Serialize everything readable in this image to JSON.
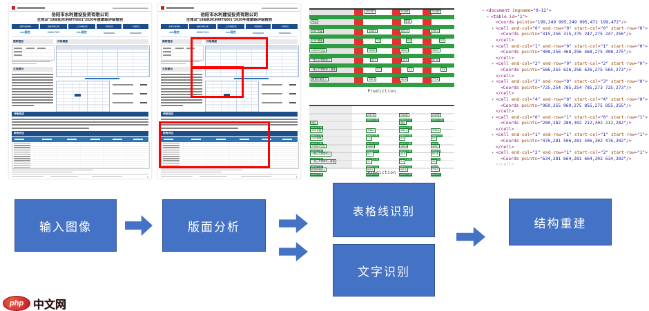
{
  "watermark": {
    "logo_text": "php",
    "site_text": "中文网"
  },
  "flow": {
    "input_label": "输入图像",
    "layout_label": "版面分析",
    "tablelines_label": "表格线识别",
    "ocr_label": "文字识别",
    "rebuild_label": "结构重建"
  },
  "colors": {
    "flow_blue": "#4472C4",
    "flow_border": "#2F528F",
    "layout_box_red": "#ff0000",
    "table_green": "#2f9e43",
    "cell_red": "#e23333",
    "doc_header_blue": "#1d4e89",
    "doc_table_blue": "#2e75b6",
    "xml_tag": "#881280",
    "xml_attr": "#994500",
    "xml_value": "#1a1aa6"
  },
  "document": {
    "company": "岳阳市水利建设投资有限公司",
    "report_title": "主体及\"19岳阳水利MTN001\"2020年度跟踪评级报告",
    "info_headers": [
      "主体信用等级",
      "跟踪评级日期",
      "上次评级结果",
      "评级展望",
      "小组成员"
    ],
    "info_values": [
      "AA/稳定",
      "2020/7/21",
      "AA/稳定",
      "",
      ""
    ],
    "sections": {
      "tracking": "跟踪信息",
      "overview": "评级概要",
      "profile": "主体概况",
      "opinion": "评级观点",
      "financial": "财务对比"
    },
    "page_number": "1"
  },
  "predictions": {
    "caption": "Prediction",
    "table_rows": [
      {
        "label": "",
        "values": [
          "2017年",
          "2018年",
          "2019年"
        ]
      },
      {
        "label": "地区",
        "values": [
          "",
          "县区",
          ""
        ]
      },
      {
        "label": "GDP总量",
        "values": [
          "3258.0",
          "3411.0",
          "3780.4"
        ]
      },
      {
        "label": "GDP增速",
        "values": [
          "7.0",
          "8.5",
          "8.0"
        ]
      },
      {
        "label": "人均GDP(元)",
        "values": [
          "56862",
          "38544",
          "35307"
        ]
      },
      {
        "label": "一般公共预算收入",
        "values": [
          "52.1",
          "43.8",
          "50.18"
        ]
      },
      {
        "label": "一般公共预算收入增速",
        "values": [
          "3.1",
          "5.4",
          "3.8"
        ]
      },
      {
        "label": "财政补助收入",
        "values": [
          "959.4",
          "952.8",
          "779.6"
        ]
      }
    ],
    "ocr_rows": [
      [
        null,
        [
          "2017年",
          "wenzi 0.88"
        ],
        [
          "2018年",
          "wenzi 0.87"
        ],
        [
          "2019年",
          "wenzi 0.88"
        ]
      ],
      [
        [
          "地区",
          "wenzi 0.86"
        ],
        null,
        [
          "县区",
          "wenzi 0.87"
        ],
        null
      ],
      [
        [
          "GDP总量",
          "wenzi 0.89"
        ],
        [
          "3258.0",
          "wenzi 0.90"
        ],
        [
          "3411.0",
          "wenzi 0.89"
        ],
        [
          "3780.4",
          "wenzi 0.9"
        ]
      ],
      [
        [
          "GDP增速",
          "wenzi 0.88"
        ],
        [
          "7.0",
          "wenzi 0.87"
        ],
        [
          "8.5",
          "wenzi 0.88"
        ],
        [
          "8.0",
          "wenzi"
        ]
      ],
      [
        [
          "人均GDP(元)",
          "wenzi 0.89"
        ],
        [
          "56862",
          "wenzi 0.87"
        ],
        [
          "38544",
          "wenzi 0.88"
        ],
        [
          "35307",
          "wenzi 0"
        ]
      ],
      [
        [
          "一般公共预算收入",
          "wenzi 0.85"
        ],
        [
          "52.1",
          "wenzi 0.90"
        ],
        [
          "43.8",
          "wenzi 0.90"
        ],
        [
          "50.18",
          "wenzi 0"
        ]
      ],
      [
        [
          "一般公共预算收入增速",
          "wenzi 0.40"
        ],
        [
          "3.1",
          "wenzi 0.82"
        ],
        [
          "5.4",
          "wenzi 0.87"
        ],
        [
          "3.8",
          "wenzi"
        ]
      ],
      [
        [
          "财政补助收入",
          "wenzi 0.85"
        ],
        [
          "959.4",
          "wenzi 0.84"
        ],
        [
          "952.8",
          "wenzi 0.88"
        ],
        [
          "779.6",
          "wenzi 0."
        ]
      ]
    ]
  },
  "xml_panel": {
    "lines": [
      {
        "arrow": true,
        "indent": 0,
        "type": "open",
        "tag": "document",
        "attrs": [
          [
            "imgname",
            "0-12"
          ]
        ]
      },
      {
        "arrow": true,
        "indent": 1,
        "type": "open",
        "tag": "table",
        "attrs": [
          [
            "id",
            "1"
          ]
        ]
      },
      {
        "arrow": false,
        "indent": 2,
        "type": "self",
        "tag": "Coords",
        "attrs": [
          [
            "points",
            "199,249 995,249 995,472 199,472"
          ]
        ]
      },
      {
        "arrow": true,
        "indent": 2,
        "type": "open",
        "tag": "cell",
        "attrs": [
          [
            "end-col",
            "0"
          ],
          [
            "end-row",
            "0"
          ],
          [
            "start-col",
            "0"
          ],
          [
            "start-row",
            "0"
          ]
        ]
      },
      {
        "arrow": false,
        "indent": 3,
        "type": "self",
        "tag": "Coords",
        "attrs": [
          [
            "points",
            "315,256 315,275 247,275 247,256"
          ]
        ]
      },
      {
        "arrow": false,
        "indent": 2,
        "type": "close",
        "tag": "cell",
        "attrs": []
      },
      {
        "arrow": true,
        "indent": 2,
        "type": "open",
        "tag": "cell",
        "attrs": [
          [
            "end-col",
            "1"
          ],
          [
            "end-row",
            "0"
          ],
          [
            "start-col",
            "1"
          ],
          [
            "start-row",
            "0"
          ]
        ]
      },
      {
        "arrow": false,
        "indent": 3,
        "type": "self",
        "tag": "Coords",
        "attrs": [
          [
            "points",
            "408,256 468,256 468,275 408,275"
          ]
        ]
      },
      {
        "arrow": false,
        "indent": 2,
        "type": "close",
        "tag": "cell",
        "attrs": []
      },
      {
        "arrow": true,
        "indent": 2,
        "type": "open",
        "tag": "cell",
        "attrs": [
          [
            "end-col",
            "2"
          ],
          [
            "end-row",
            "0"
          ],
          [
            "start-col",
            "2"
          ],
          [
            "start-row",
            "0"
          ]
        ]
      },
      {
        "arrow": false,
        "indent": 3,
        "type": "self",
        "tag": "Coords",
        "attrs": [
          [
            "points",
            "566,255 626,256 626,275 565,273"
          ]
        ]
      },
      {
        "arrow": false,
        "indent": 2,
        "type": "close",
        "tag": "cell",
        "attrs": []
      },
      {
        "arrow": true,
        "indent": 2,
        "type": "open",
        "tag": "cell",
        "attrs": [
          [
            "end-col",
            "3"
          ],
          [
            "end-row",
            "0"
          ],
          [
            "start-col",
            "3"
          ],
          [
            "start-row",
            "0"
          ]
        ]
      },
      {
        "arrow": false,
        "indent": 3,
        "type": "self",
        "tag": "Coords",
        "attrs": [
          [
            "points",
            "725,254 785,254 785,273 725,273"
          ]
        ]
      },
      {
        "arrow": false,
        "indent": 2,
        "type": "close",
        "tag": "cell",
        "attrs": []
      },
      {
        "arrow": true,
        "indent": 2,
        "type": "open",
        "tag": "cell",
        "attrs": [
          [
            "end-col",
            "4"
          ],
          [
            "end-row",
            "0"
          ],
          [
            "start-col",
            "4"
          ],
          [
            "start-row",
            "0"
          ]
        ]
      },
      {
        "arrow": false,
        "indent": 3,
        "type": "self",
        "tag": "Coords",
        "attrs": [
          [
            "points",
            "969,255 969,275 855,275 855,255"
          ]
        ]
      },
      {
        "arrow": false,
        "indent": 2,
        "type": "close",
        "tag": "cell",
        "attrs": []
      },
      {
        "arrow": true,
        "indent": 2,
        "type": "open",
        "tag": "cell",
        "attrs": [
          [
            "end-col",
            "0"
          ],
          [
            "end-row",
            "1"
          ],
          [
            "start-col",
            "0"
          ],
          [
            "start-row",
            "1"
          ]
        ]
      },
      {
        "arrow": false,
        "indent": 3,
        "type": "self",
        "tag": "Coords",
        "attrs": [
          [
            "points",
            "280,282 280,302 212,302 212,282"
          ]
        ]
      },
      {
        "arrow": false,
        "indent": 2,
        "type": "close",
        "tag": "cell",
        "attrs": []
      },
      {
        "arrow": true,
        "indent": 2,
        "type": "open",
        "tag": "cell",
        "attrs": [
          [
            "end-col",
            "1"
          ],
          [
            "end-row",
            "1"
          ],
          [
            "start-col",
            "1"
          ],
          [
            "start-row",
            "1"
          ]
        ]
      },
      {
        "arrow": false,
        "indent": 3,
        "type": "self",
        "tag": "Coords",
        "attrs": [
          [
            "points",
            "476,281 506,281 506,302 476,302"
          ]
        ]
      },
      {
        "arrow": false,
        "indent": 2,
        "type": "close",
        "tag": "cell",
        "attrs": []
      },
      {
        "arrow": true,
        "indent": 2,
        "type": "open",
        "tag": "cell",
        "attrs": [
          [
            "end-col",
            "2"
          ],
          [
            "end-row",
            "1"
          ],
          [
            "start-col",
            "2"
          ],
          [
            "start-row",
            "1"
          ]
        ]
      },
      {
        "arrow": false,
        "indent": 3,
        "type": "self",
        "tag": "Coords",
        "attrs": [
          [
            "points",
            "634,281 664,281 664,302 634,302"
          ]
        ]
      },
      {
        "arrow": false,
        "indent": 2,
        "type": "close",
        "tag": "cell",
        "attrs": []
      }
    ]
  }
}
